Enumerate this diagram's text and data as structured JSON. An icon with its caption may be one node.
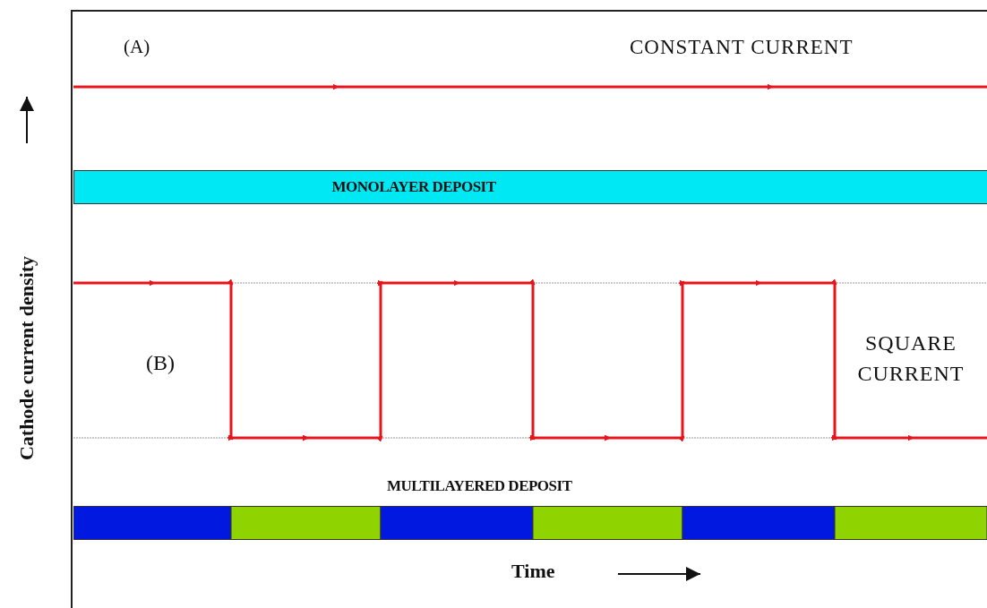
{
  "diagram": {
    "nodes": [
      {
        "text": [
          "MONOLAYER DEPOSIT"
        ]
      },
      {
        "text": [
          "MULTILAYERED DEPOSIT"
        ]
      }
    ],
    "labels": [
      "(A)",
      "CONSTANT CURRENT",
      "(B)",
      "SQUARE CURRENT",
      "Cathode current density",
      "Time"
    ]
  }
}
